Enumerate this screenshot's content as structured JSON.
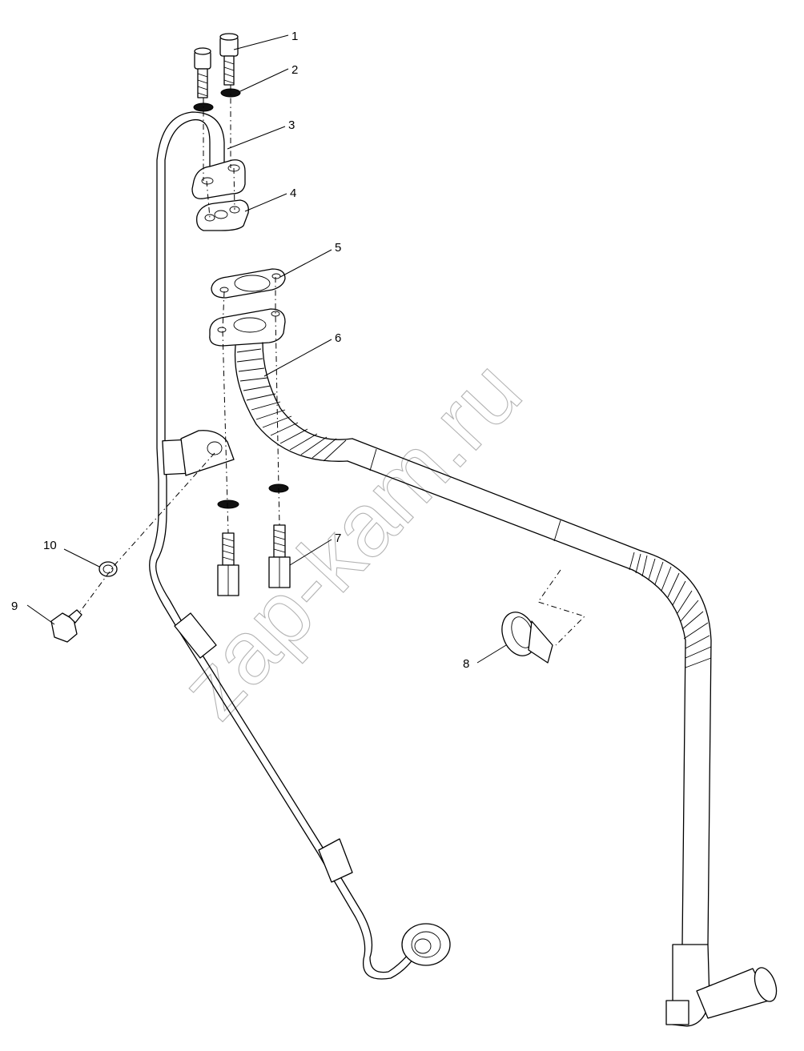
{
  "watermark": "zap-kam.ru",
  "callouts": [
    {
      "id": "1",
      "part": "Socket head cap screw"
    },
    {
      "id": "2",
      "part": "Sealing washer"
    },
    {
      "id": "3",
      "part": "Oil feed pipe"
    },
    {
      "id": "4",
      "part": "Gasket"
    },
    {
      "id": "5",
      "part": "Gasket"
    },
    {
      "id": "6",
      "part": "Oil drain pipe"
    },
    {
      "id": "7",
      "part": "Stud"
    },
    {
      "id": "8",
      "part": "Hose clamp"
    },
    {
      "id": "9",
      "part": "Hex bolt"
    },
    {
      "id": "10",
      "part": "Washer"
    }
  ],
  "colors": {
    "line": "#000000",
    "watermark": "#9a9a9a",
    "background": "#ffffff"
  }
}
